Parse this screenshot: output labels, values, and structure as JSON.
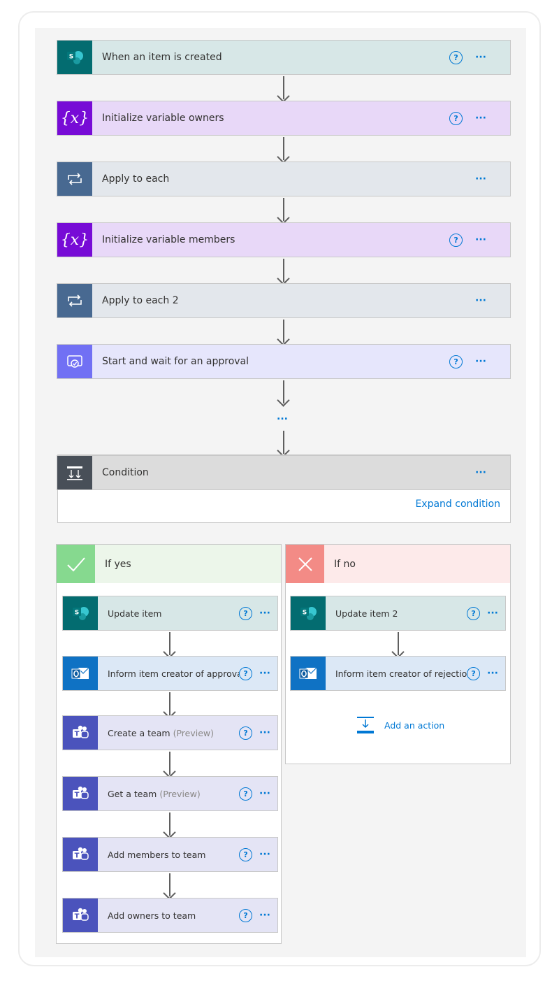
{
  "steps": {
    "trigger": "When an item is created",
    "init_owners": "Initialize variable owners",
    "apply_each": "Apply to each",
    "init_members": "Initialize variable members",
    "apply_each_2": "Apply to each 2",
    "approval": "Start and wait for an approval",
    "ellipsis": "...",
    "condition": "Condition",
    "expand_condition": "Expand condition"
  },
  "icons": {
    "help": "?",
    "more": "···",
    "variable": "{x}"
  },
  "yes_branch": {
    "label": "If yes",
    "update_item": "Update item",
    "inform_approval": "Inform item creator of approval",
    "create_team": "Create a team",
    "create_team_tag": "(Preview)",
    "get_team": "Get a team",
    "get_team_tag": "(Preview)",
    "add_members": "Add members to team",
    "add_owners": "Add owners to team"
  },
  "no_branch": {
    "label": "If no",
    "update_item_2": "Update item 2",
    "inform_rejection": "Inform item creator of rejection",
    "add_action": "Add an action"
  },
  "colors": {
    "accent": "#0078d4",
    "sharepoint": "#036c70",
    "variable": "#770bd6",
    "loop": "#486991",
    "approval": "#7170f4",
    "condition": "#484f58",
    "outlook": "#0f72c4",
    "teams": "#4b53bc",
    "yes": "#86d98f",
    "no": "#f38b86"
  }
}
